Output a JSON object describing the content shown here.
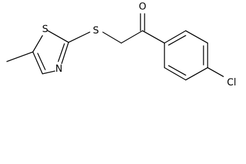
{
  "atoms": {
    "carbonyl_oxygen": "O",
    "thioether_sulfur": "S",
    "thiazole_sulfur": "S",
    "thiazole_nitrogen": "N",
    "chlorine": "Cl"
  },
  "colors": {
    "bond": "#000000",
    "background": "#ffffff"
  }
}
